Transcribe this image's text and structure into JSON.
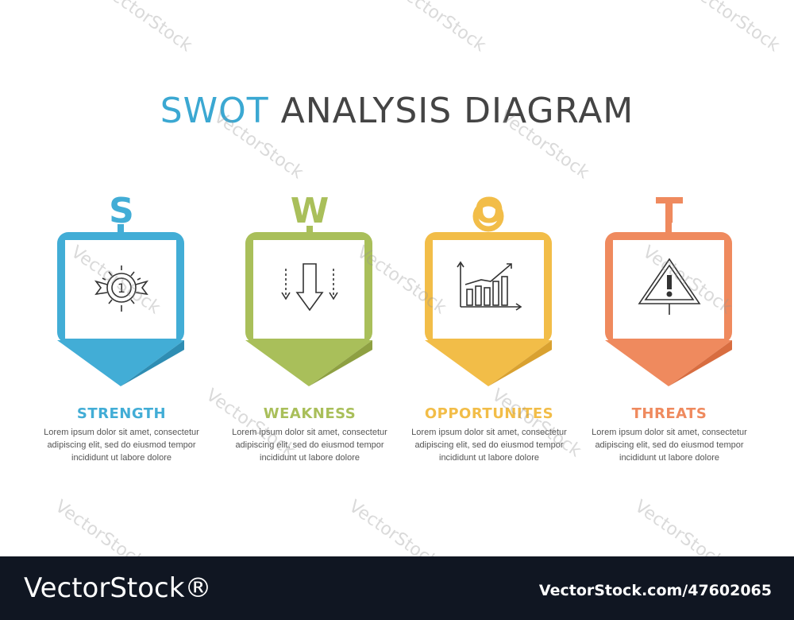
{
  "title": {
    "accent": "SWOT",
    "rest": "ANALYSIS DIAGRAM"
  },
  "cards": [
    {
      "letter": "S",
      "label": "STRENGTH",
      "color": "#42add6",
      "dark": "#2e8db3",
      "icon": "award-medal-icon",
      "desc": [
        "Lorem ipsum dolor sit amet, consectetur",
        "adipiscing elit, sed do eiusmod tempor",
        "incididunt ut labore dolore"
      ]
    },
    {
      "letter": "W",
      "label": "WEAKNESS",
      "color": "#a9bf5a",
      "dark": "#8ea042",
      "icon": "down-arrows-icon",
      "desc": [
        "Lorem ipsum dolor sit amet, consectetur",
        "adipiscing elit, sed do eiusmod tempor",
        "incididunt ut labore dolore"
      ]
    },
    {
      "letter": "O",
      "label": "OPPORTUNITES",
      "color": "#f2bd48",
      "dark": "#d9a130",
      "icon": "growth-chart-icon",
      "desc": [
        "Lorem ipsum dolor sit amet, consectetur",
        "adipiscing elit, sed do eiusmod tempor",
        "incididunt ut labore dolore"
      ]
    },
    {
      "letter": "T",
      "label": "THREATS",
      "color": "#ef8a5e",
      "dark": "#d86d40",
      "icon": "warning-sign-icon",
      "desc": [
        "Lorem ipsum dolor sit amet, consectetur",
        "adipiscing elit, sed do eiusmod tempor",
        "incididunt ut labore dolore"
      ]
    }
  ],
  "footer": {
    "brand": "VectorStock®",
    "ref": "VectorStock.com/47602065"
  },
  "watermark": "VectorStock"
}
